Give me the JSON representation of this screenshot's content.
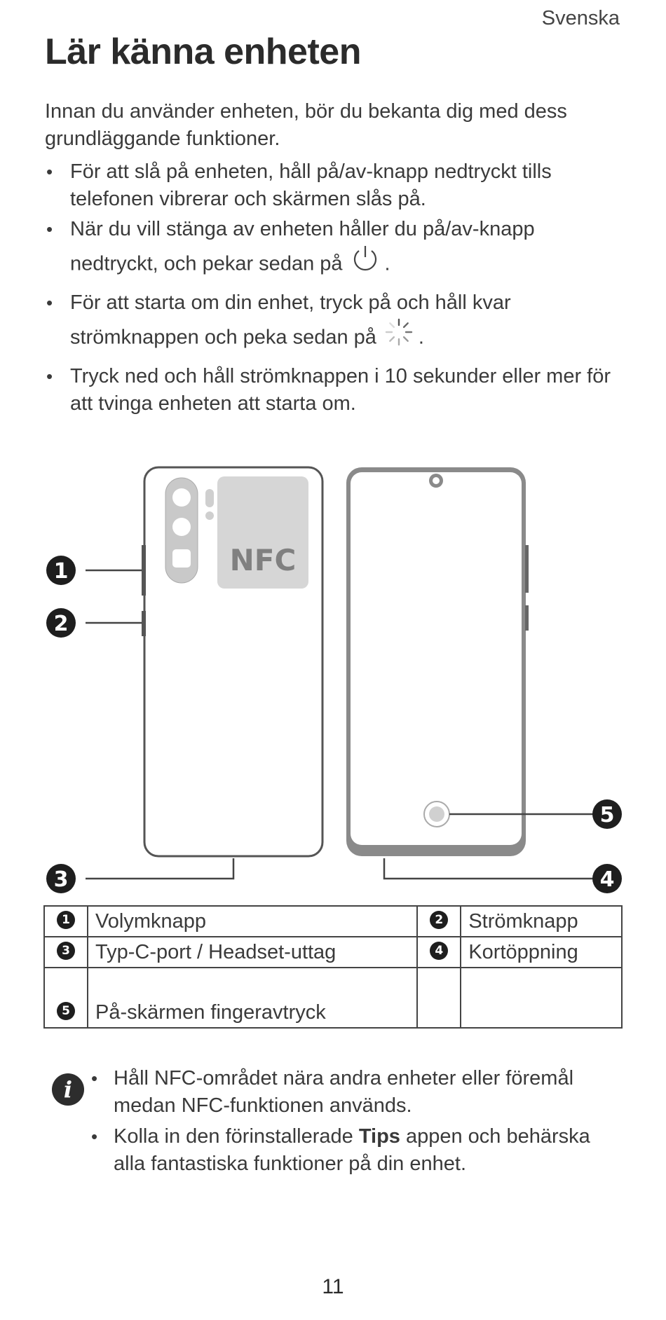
{
  "page": {
    "language": "Svenska",
    "title": "Lär känna enheten",
    "intro": "Innan du använder enheten, bör du bekanta dig med dess grundläggande funktioner.",
    "page_number": "11"
  },
  "bullets": [
    {
      "text": "För att slå på enheten, håll på/av-knapp nedtryckt tills telefonen vibrerar och skärmen slås på."
    },
    {
      "text": "När du vill stänga av enheten håller du på/av-knapp",
      "tail": "nedtryckt, och pekar sedan på",
      "icon": "power-icon"
    },
    {
      "text": "För att starta om din enhet, tryck på och håll kvar",
      "tail": "strömknappen och peka sedan på",
      "icon": "restart-icon"
    },
    {
      "text": "Tryck ned och håll strömknappen i 10 sekunder eller mer för att tvinga enheten att starta om."
    }
  ],
  "diagram": {
    "nfc_label": "NFC",
    "callouts": [
      "1",
      "2",
      "3",
      "4",
      "5"
    ]
  },
  "parts_table": [
    [
      {
        "num": "1",
        "label": "Volymknapp"
      },
      {
        "num": "2",
        "label": "Strömknapp"
      }
    ],
    [
      {
        "num": "3",
        "label": "Typ-C-port / Headset-uttag"
      },
      {
        "num": "4",
        "label": "Kortöppning"
      }
    ],
    [
      {
        "num": "5",
        "label": "På-skärmen fingeravtryck"
      },
      {
        "num": "",
        "label": ""
      }
    ]
  ],
  "notes": {
    "icon": "info-icon",
    "items": [
      {
        "text": "Håll NFC-området nära andra enheter eller föremål medan NFC-funktionen används."
      },
      {
        "before": "Kolla in den förinstallerade ",
        "bold": "Tips",
        "after": " appen och behärska alla fantastiska funktioner på din enhet."
      }
    ]
  }
}
